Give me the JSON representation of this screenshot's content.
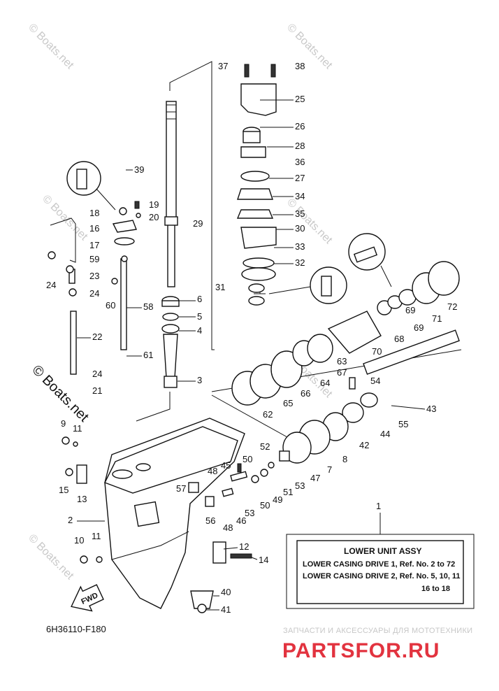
{
  "watermark": "© Boats.net",
  "diagram_id": "6H36110-F180",
  "fwd_label": "FWD",
  "callouts": [
    "1",
    "2",
    "3",
    "4",
    "5",
    "6",
    "7",
    "8",
    "9",
    "10",
    "11",
    "11",
    "12",
    "13",
    "14",
    "15",
    "16",
    "17",
    "18",
    "19",
    "20",
    "21",
    "22",
    "23",
    "24",
    "24",
    "24",
    "25",
    "26",
    "27",
    "28",
    "29",
    "30",
    "31",
    "32",
    "33",
    "34",
    "35",
    "36",
    "37",
    "38",
    "39",
    "40",
    "41",
    "42",
    "43",
    "44",
    "45",
    "46",
    "47",
    "48",
    "48",
    "49",
    "50",
    "50",
    "51",
    "52",
    "53",
    "53",
    "54",
    "55",
    "56",
    "57",
    "58",
    "59",
    "60",
    "61",
    "62",
    "63",
    "64",
    "65",
    "66",
    "67",
    "68",
    "69",
    "69",
    "70",
    "71",
    "72"
  ],
  "legend": {
    "title": "LOWER UNIT ASSY",
    "line1": "LOWER CASING DRIVE 1,  Ref. No. 2 to 72",
    "line2": "LOWER CASING DRIVE 2,  Ref. No. 5, 10, 11",
    "line3": "16  to  18"
  },
  "branding": {
    "subtitle": "ЗАПЧАСТИ И АКСЕССУАРЫ ДЛЯ МОТОТЕХНИКИ",
    "name": "PARTSFOR.RU"
  }
}
